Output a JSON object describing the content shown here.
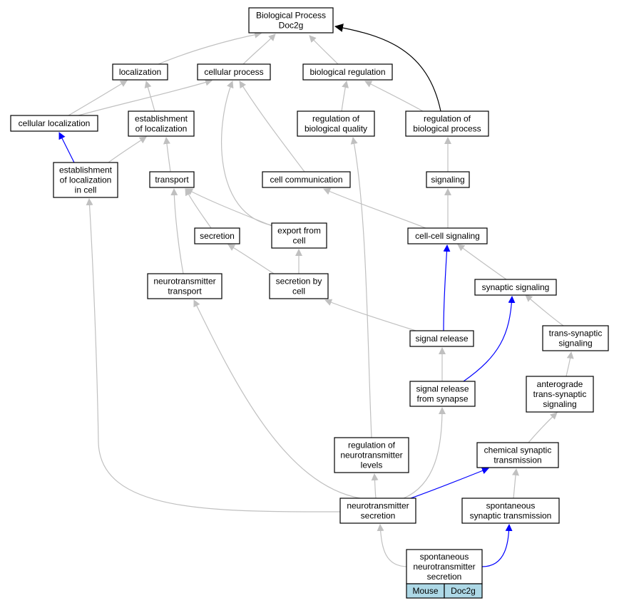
{
  "graph": {
    "colors": {
      "is_a": "#c0c0c0",
      "part_of": "#0000ff",
      "regulates": "#000000"
    },
    "nodes": {
      "root": {
        "lines": [
          "Biological Process",
          "Doc2g"
        ]
      },
      "loc": {
        "lines": [
          "localization"
        ]
      },
      "cproc": {
        "lines": [
          "cellular process"
        ]
      },
      "breg": {
        "lines": [
          "biological regulation"
        ]
      },
      "cloc": {
        "lines": [
          "cellular localization"
        ]
      },
      "estloc": {
        "lines": [
          "establishment",
          "of localization"
        ]
      },
      "regbq": {
        "lines": [
          "regulation of",
          "biological quality"
        ]
      },
      "regbp": {
        "lines": [
          "regulation of",
          "biological process"
        ]
      },
      "estcell": {
        "lines": [
          "establishment",
          "of localization",
          "in cell"
        ]
      },
      "transp": {
        "lines": [
          "transport"
        ]
      },
      "ccomm": {
        "lines": [
          "cell communication"
        ]
      },
      "sig": {
        "lines": [
          "signaling"
        ]
      },
      "secr": {
        "lines": [
          "secretion"
        ]
      },
      "export": {
        "lines": [
          "export from",
          "cell"
        ]
      },
      "ccsig": {
        "lines": [
          "cell-cell signaling"
        ]
      },
      "nttr": {
        "lines": [
          "neurotransmitter",
          "transport"
        ]
      },
      "secbc": {
        "lines": [
          "secretion by",
          "cell"
        ]
      },
      "synsig": {
        "lines": [
          "synaptic signaling"
        ]
      },
      "sigrel": {
        "lines": [
          "signal release"
        ]
      },
      "tssig": {
        "lines": [
          "trans-synaptic",
          "signaling"
        ]
      },
      "srsyn": {
        "lines": [
          "signal release",
          "from synapse"
        ]
      },
      "antero": {
        "lines": [
          "anterograde",
          "trans-synaptic",
          "signaling"
        ]
      },
      "regntl": {
        "lines": [
          "regulation of",
          "neurotransmitter",
          "levels"
        ]
      },
      "chem": {
        "lines": [
          "chemical synaptic",
          "transmission"
        ]
      },
      "ntsec": {
        "lines": [
          "neurotransmitter",
          "secretion"
        ]
      },
      "sponst": {
        "lines": [
          "spontaneous",
          "synaptic transmission"
        ]
      },
      "focus": {
        "lines": [
          "spontaneous",
          "neurotransmitter",
          "secretion"
        ],
        "legend": [
          "Mouse",
          "Doc2g"
        ]
      }
    },
    "edges": [
      {
        "from": "loc",
        "to": "root",
        "type": "is_a"
      },
      {
        "from": "cproc",
        "to": "root",
        "type": "is_a"
      },
      {
        "from": "breg",
        "to": "root",
        "type": "is_a"
      },
      {
        "from": "regbp",
        "to": "root",
        "type": "regulates"
      },
      {
        "from": "cloc",
        "to": "loc",
        "type": "is_a"
      },
      {
        "from": "cloc",
        "to": "cproc",
        "type": "is_a"
      },
      {
        "from": "estloc",
        "to": "loc",
        "type": "is_a"
      },
      {
        "from": "regbq",
        "to": "breg",
        "type": "is_a"
      },
      {
        "from": "regbp",
        "to": "breg",
        "type": "is_a"
      },
      {
        "from": "estcell",
        "to": "cloc",
        "type": "part_of"
      },
      {
        "from": "estcell",
        "to": "estloc",
        "type": "is_a"
      },
      {
        "from": "transp",
        "to": "estloc",
        "type": "is_a"
      },
      {
        "from": "ccomm",
        "to": "cproc",
        "type": "is_a"
      },
      {
        "from": "export",
        "to": "cproc",
        "type": "is_a"
      },
      {
        "from": "sig",
        "to": "regbp",
        "type": "is_a"
      },
      {
        "from": "secr",
        "to": "transp",
        "type": "is_a"
      },
      {
        "from": "export",
        "to": "transp",
        "type": "is_a"
      },
      {
        "from": "ccsig",
        "to": "ccomm",
        "type": "is_a"
      },
      {
        "from": "ccsig",
        "to": "sig",
        "type": "is_a"
      },
      {
        "from": "nttr",
        "to": "transp",
        "type": "is_a"
      },
      {
        "from": "secbc",
        "to": "secr",
        "type": "is_a"
      },
      {
        "from": "secbc",
        "to": "export",
        "type": "is_a"
      },
      {
        "from": "synsig",
        "to": "ccsig",
        "type": "is_a"
      },
      {
        "from": "sigrel",
        "to": "ccsig",
        "type": "part_of"
      },
      {
        "from": "sigrel",
        "to": "secbc",
        "type": "is_a"
      },
      {
        "from": "tssig",
        "to": "synsig",
        "type": "is_a"
      },
      {
        "from": "srsyn",
        "to": "sigrel",
        "type": "is_a"
      },
      {
        "from": "srsyn",
        "to": "synsig",
        "type": "part_of"
      },
      {
        "from": "antero",
        "to": "tssig",
        "type": "is_a"
      },
      {
        "from": "regntl",
        "to": "regbq",
        "type": "is_a"
      },
      {
        "from": "chem",
        "to": "antero",
        "type": "is_a"
      },
      {
        "from": "ntsec",
        "to": "regntl",
        "type": "is_a"
      },
      {
        "from": "ntsec",
        "to": "nttr",
        "type": "is_a"
      },
      {
        "from": "ntsec",
        "to": "estcell",
        "type": "is_a"
      },
      {
        "from": "ntsec",
        "to": "srsyn",
        "type": "is_a"
      },
      {
        "from": "ntsec",
        "to": "chem",
        "type": "part_of"
      },
      {
        "from": "sponst",
        "to": "chem",
        "type": "is_a"
      },
      {
        "from": "focus",
        "to": "ntsec",
        "type": "is_a"
      },
      {
        "from": "focus",
        "to": "sponst",
        "type": "part_of"
      }
    ]
  }
}
